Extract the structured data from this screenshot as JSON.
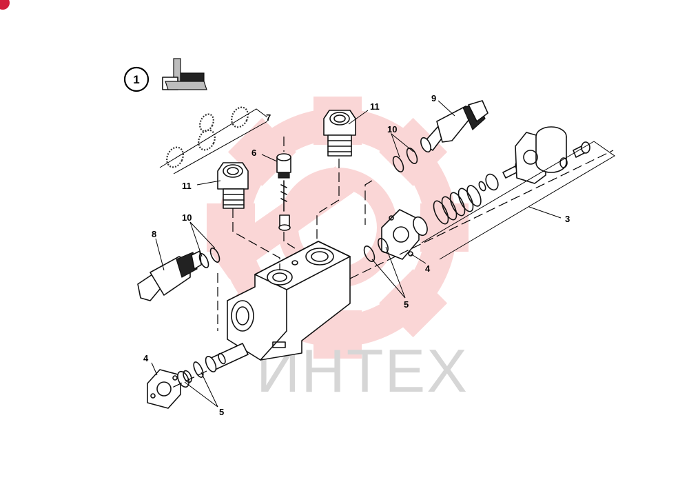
{
  "view_number": "1",
  "callouts": {
    "c3": "3",
    "c4a": "4",
    "c4b": "4",
    "c5a": "5",
    "c5b": "5",
    "c6": "6",
    "c7": "7",
    "c8": "8",
    "c9": "9",
    "c10a": "10",
    "c10b": "10",
    "c11a": "11",
    "c11b": "11"
  },
  "watermark": {
    "text": "ИНТЕХ",
    "color": "#f6b6b6"
  },
  "colors": {
    "badge": "#d21f3c",
    "line": "#111111",
    "watermark_text": "#d6d6d6"
  },
  "icons": [
    "valve-section-icon",
    "gear-logo-icon"
  ]
}
